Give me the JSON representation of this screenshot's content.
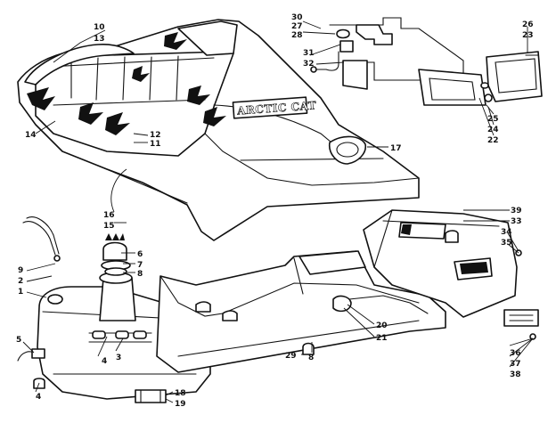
{
  "brand_label": "ARCTIC CAT",
  "callouts": {
    "c1": "1",
    "c2": "2",
    "c3": "3",
    "c4a": "4",
    "c4b": "4",
    "c5": "5",
    "c6": "6",
    "c7": "7",
    "c8a": "8",
    "c8b": "8",
    "c9": "9",
    "c10": "10",
    "c11": "11",
    "c12": "12",
    "c13": "13",
    "c14": "14",
    "c15": "15",
    "c16": "16",
    "c17": "17",
    "c18": "18",
    "c19": "19",
    "c20": "20",
    "c21": "21",
    "c22": "22",
    "c23": "23",
    "c24": "24",
    "c25": "25",
    "c26": "26",
    "c27": "27",
    "c28": "28",
    "c29": "29",
    "c30": "30",
    "c31": "31",
    "c32": "32",
    "c33": "33",
    "c34": "34",
    "c35": "35",
    "c36": "36",
    "c37": "37",
    "c38": "38",
    "c39": "39"
  }
}
